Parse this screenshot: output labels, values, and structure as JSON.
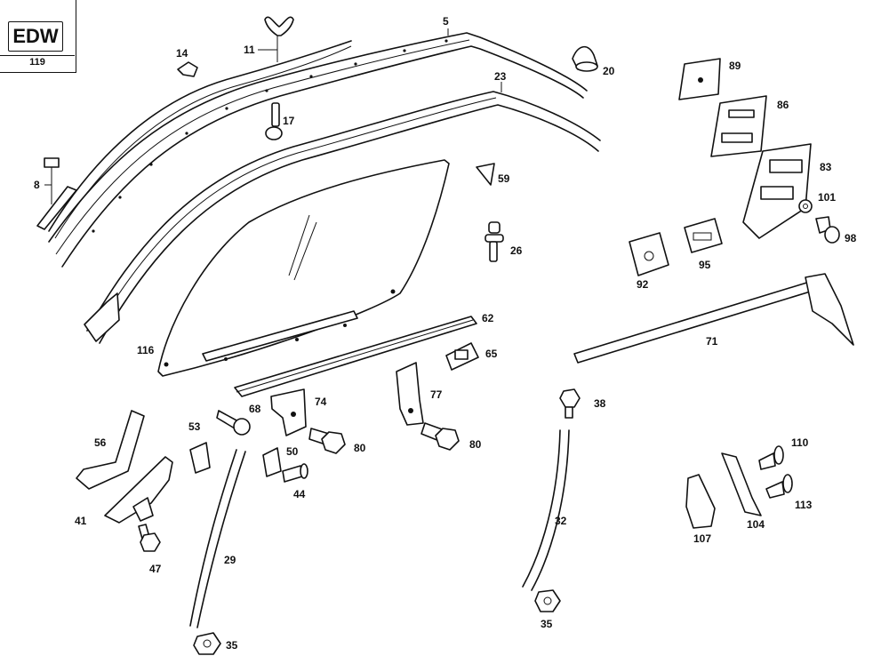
{
  "header_box": {
    "code": "EDW",
    "number": "119"
  },
  "callouts": {
    "p5": "5",
    "p8": "8",
    "p11": "11",
    "p14": "14",
    "p17": "17",
    "p20": "20",
    "p23": "23",
    "p26": "26",
    "p29": "29",
    "p32": "32",
    "p35a": "35",
    "p35b": "35",
    "p38": "38",
    "p41": "41",
    "p44": "44",
    "p47": "47",
    "p50": "50",
    "p53": "53",
    "p56": "56",
    "p59": "59",
    "p62": "62",
    "p65": "65",
    "p68": "68",
    "p71": "71",
    "p74": "74",
    "p77": "77",
    "p80a": "80",
    "p80b": "80",
    "p83": "83",
    "p86": "86",
    "p89": "89",
    "p92": "92",
    "p95": "95",
    "p98": "98",
    "p101": "101",
    "p104": "104",
    "p107": "107",
    "p110": "110",
    "p113": "113",
    "p116": "116"
  }
}
